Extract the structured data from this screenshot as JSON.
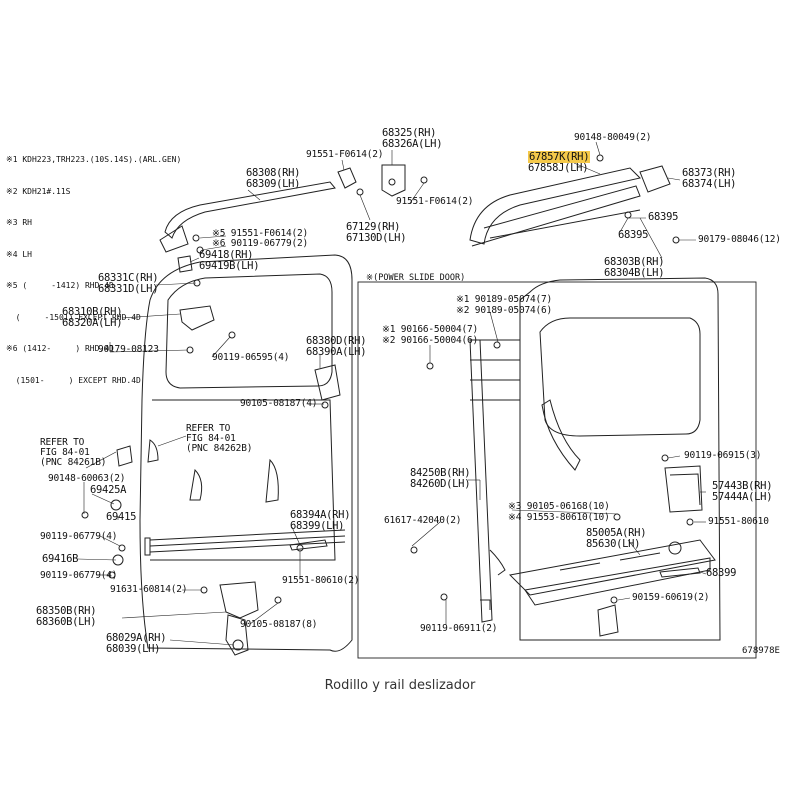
{
  "legend": [
    "※1 KDH223,TRH223.(10S.14S).(ARL.GEN)",
    "※2 KDH21#.11S",
    "※3 RH",
    "※4 LH",
    "※5 (     -1412) RHD.4D",
    "  (     -1501) EXCEPT RHD.4D",
    "※6 (1412-     ) RHD.4D",
    "  (1501-     ) EXCEPT RHD.4D"
  ],
  "inset_title": "※(POWER SLIDE DOOR)",
  "figure_id": "678978E",
  "caption": "Rodillo y rail deslizador",
  "highlight_color": "#f5c94a",
  "labels": {
    "p68325": "68325(RH)\n68326A(LH)",
    "p91551a": "91551-F0614(2)",
    "p68308": "68308(RH)\n68309(LH)",
    "p91551b": "91551-F0614(2)",
    "p67129": "67129(RH)\n67130D(LH)",
    "p5_91551": "※5 91551-F0614(2)",
    "p6_90119": "※6 90119-06779(2)",
    "p69418": "69418(RH)\n69419B(LH)",
    "p68331": "68331C(RH)\n68331D(LH)",
    "p68310": "68310B(RH)\n68320A(LH)",
    "p90179a": "90179-08123",
    "p90119b": "90119-06595(4)",
    "p68380": "68380D(RH)\n68390A(LH)",
    "p90105a": "90105-08187(4)",
    "refer1": "REFER TO\nFIG 84-01\n(PNC 84261B)",
    "refer2": "REFER TO\nFIG 84-01\n(PNC 84262B)",
    "p90148a": "90148-60063(2)",
    "p69425": "69425A",
    "p69415": "69415",
    "p90119c": "90119-06779(4)",
    "p69416": "69416B",
    "p90119d": "90119-06779(4)",
    "p68394": "68394A(RH)\n68399(LH)",
    "p91551c": "91551-80610(2)",
    "p91631": "91631-60814(2)",
    "p68350": "68350B(RH)\n68360B(LH)",
    "p90105b": "90105-08187(8)",
    "p68029": "68029A(RH)\n68039(LH)",
    "p90148b": "90148-80049(2)",
    "p67857": "67857K(RH)",
    "p67858": "67858J(LH)",
    "p68373": "68373(RH)\n68374(LH)",
    "p68395a": "68395",
    "p68395b": "68395",
    "p90179b": "90179-08046(12)",
    "p68303": "68303B(RH)\n68304B(LH)",
    "p1_90189": "※1 90189-05074(7)",
    "p2_90189": "※2 90189-05074(6)",
    "p1_90166": "※1 90166-50004(7)",
    "p2_90166": "※2 90166-50004(6)",
    "p84250": "84250B(RH)\n84260D(LH)",
    "p61617": "61617-42040(2)",
    "p3_90105": "※3 90105-06168(10)",
    "p4_91553": "※4 91553-80610(10)",
    "p85005": "85005A(RH)\n85630(LH)",
    "p90119e": "90119-06915(3)",
    "p57443": "57443B(RH)\n57444A(LH)",
    "p91551d": "91551-80610",
    "p68399": "68399",
    "p90159": "90159-60619(2)",
    "p90119f": "90119-06911(2)"
  }
}
